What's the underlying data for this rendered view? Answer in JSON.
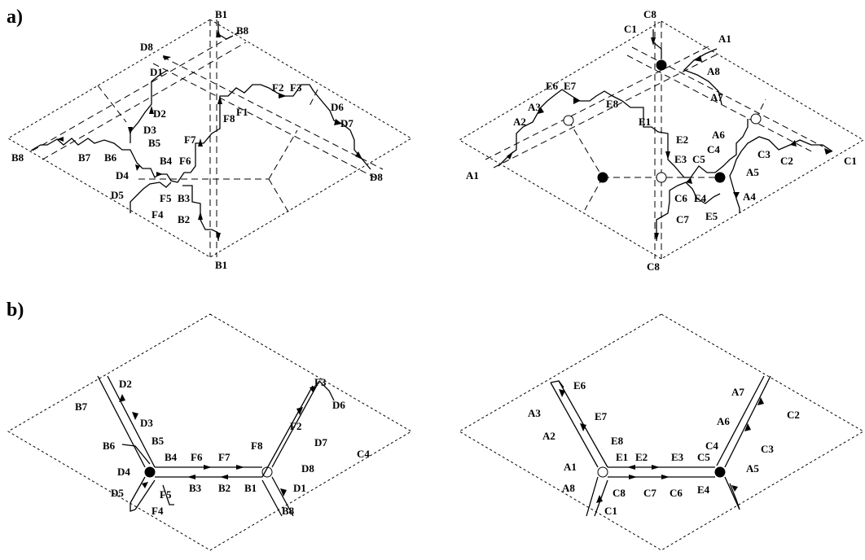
{
  "panels": {
    "a": {
      "label": "a)"
    },
    "b": {
      "label": "b)"
    }
  },
  "labels": {
    "a_left": [
      "B1",
      "B8",
      "D8",
      "D1",
      "D2",
      "D3",
      "B5",
      "B6",
      "B7",
      "B8",
      "D4",
      "D5",
      "F4",
      "F5",
      "B3",
      "B2",
      "B1",
      "B4",
      "F6",
      "F7",
      "F8",
      "F1",
      "F2",
      "F3",
      "D6",
      "D7",
      "D8"
    ],
    "a_right": [
      "C8",
      "C1",
      "A1",
      "A8",
      "E6",
      "E7",
      "E8",
      "E1",
      "E2",
      "A3",
      "A2",
      "A1",
      "A7",
      "A6",
      "C4",
      "C3",
      "C2",
      "C1",
      "A5",
      "A4",
      "E3",
      "C5",
      "C6",
      "E4",
      "E5",
      "C7",
      "C8"
    ],
    "b_left": [
      "D2",
      "B7",
      "D3",
      "B5",
      "B6",
      "B4",
      "F6",
      "F7",
      "F8",
      "F2",
      "F3",
      "D6",
      "D7",
      "C4",
      "D8",
      "D1",
      "B8",
      "B1",
      "B2",
      "B3",
      "F5",
      "F4",
      "D5",
      "D4"
    ],
    "b_right": [
      "E6",
      "A3",
      "E7",
      "A2",
      "E8",
      "E1",
      "E2",
      "E3",
      "C5",
      "C4",
      "A6",
      "A7",
      "C2",
      "C3",
      "A5",
      "E4",
      "C6",
      "C7",
      "C8",
      "C1",
      "A8",
      "A1"
    ]
  }
}
